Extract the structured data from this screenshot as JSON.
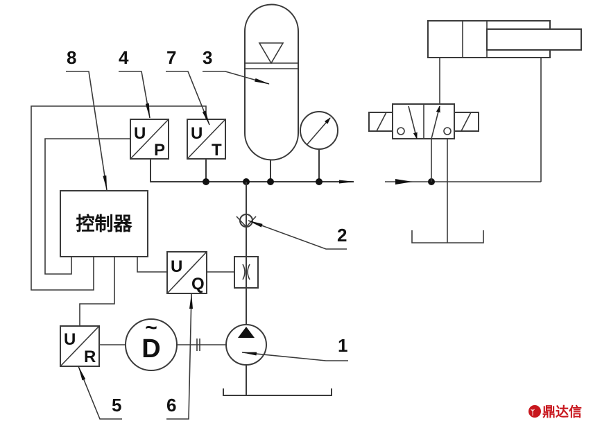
{
  "diagram": {
    "title": "Hydraulic servo pump control system schematic",
    "controller_label": "控制器",
    "callouts": [
      {
        "id": "c8",
        "number": "8",
        "target": "controller"
      },
      {
        "id": "c4",
        "number": "4",
        "target": "pressure-sensor"
      },
      {
        "id": "c7",
        "number": "7",
        "target": "temperature-sensor"
      },
      {
        "id": "c3",
        "number": "3",
        "target": "accumulator"
      },
      {
        "id": "c2",
        "number": "2",
        "target": "check-valve"
      },
      {
        "id": "c1",
        "number": "1",
        "target": "pump"
      },
      {
        "id": "c5",
        "number": "5",
        "target": "speed-sensor"
      },
      {
        "id": "c6",
        "number": "6",
        "target": "flow-sensor"
      }
    ],
    "transducers": {
      "pressure": {
        "top": "U",
        "bottom": "P"
      },
      "temperature": {
        "top": "U",
        "bottom": "T"
      },
      "flow": {
        "top": "U",
        "bottom": "Q"
      },
      "speed": {
        "top": "U",
        "bottom": "R"
      }
    },
    "motor_symbol": "D",
    "motor_tilde": "~"
  },
  "watermark": {
    "brand_text": "鼎达信",
    "brand_color": "#c8161d"
  }
}
